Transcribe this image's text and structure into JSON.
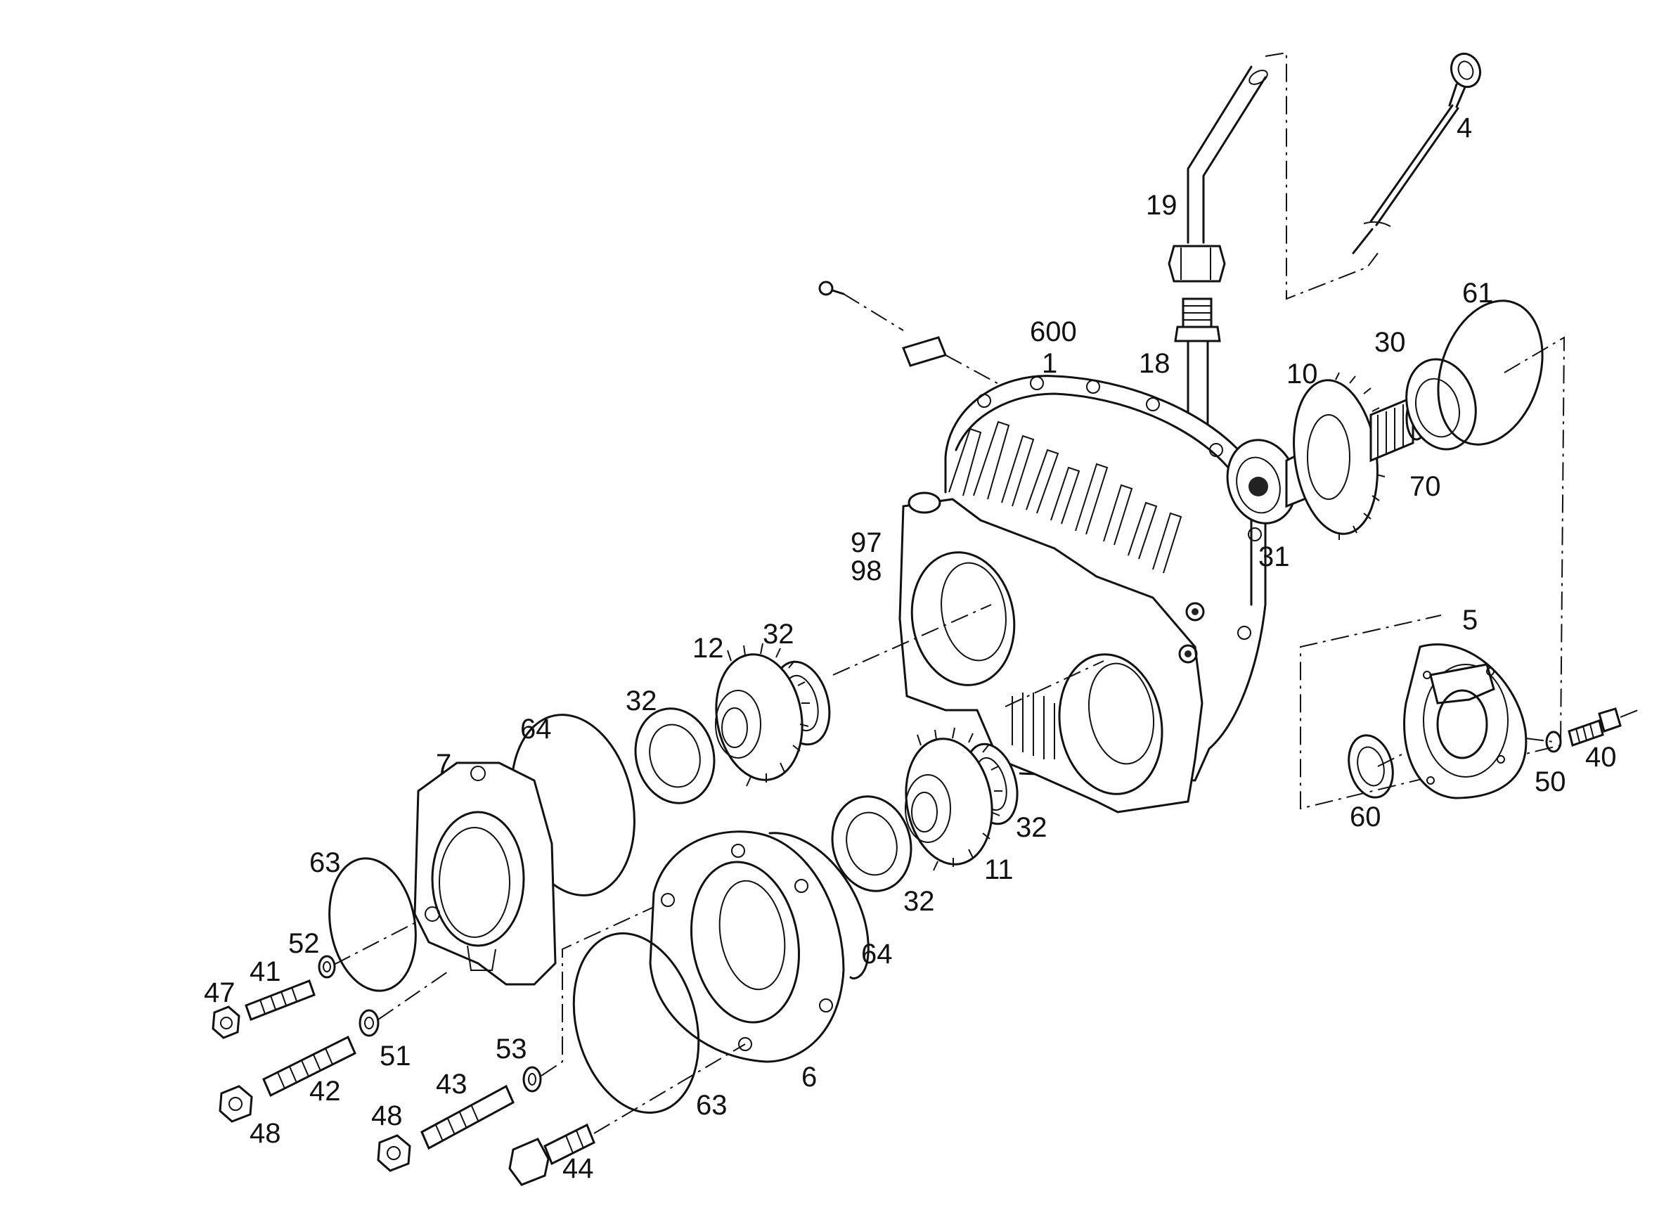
{
  "callouts": {
    "c4": "4",
    "c19": "19",
    "c18": "18",
    "c600": "600",
    "c1": "1",
    "c61": "61",
    "c30": "30",
    "c10": "10",
    "c70": "70",
    "c31": "31",
    "c97": "97",
    "c98": "98",
    "c5": "5",
    "c40": "40",
    "c50": "50",
    "c60": "60",
    "c12": "12",
    "c32a": "32",
    "c32b": "32",
    "c32c": "32",
    "c32d": "32",
    "c11": "11",
    "c64a": "64",
    "c64b": "64",
    "c7": "7",
    "c63a": "63",
    "c63b": "63",
    "c52": "52",
    "c41": "41",
    "c47": "47",
    "c51": "51",
    "c42": "42",
    "c48a": "48",
    "c48b": "48",
    "c43": "43",
    "c53": "53",
    "c44": "44",
    "c6": "6"
  }
}
